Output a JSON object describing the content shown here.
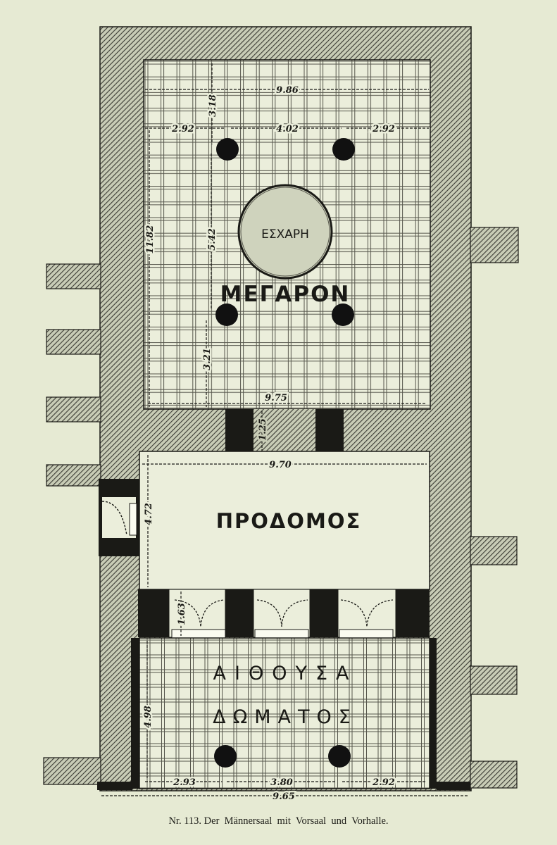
{
  "rooms": {
    "megaron": "ΜΕΓΑΡΟΝ",
    "hearth": "ΕΣΧΑΡΗ",
    "prodomos": "ΠΡΟΔΟΜΟΣ",
    "aithousa_line1": "ΑΙΘΟΥΣΑ",
    "aithousa_line2": "ΔΩΜΑΤΟΣ"
  },
  "dimensions": {
    "megaron_width_top": "9.86",
    "megaron_left_span": "2.92",
    "megaron_mid_span": "4.02",
    "megaron_right_span": "2.92",
    "megaron_top_depth": "3.18",
    "megaron_length": "11.82",
    "megaron_inner_length": "5.42",
    "megaron_bottom_depth": "3.21",
    "megaron_width_bottom": "9.75",
    "doorway_depth": "1.25",
    "prodomos_width": "9.70",
    "prodomos_depth": "4.72",
    "anta_depth": "1.63",
    "aithousa_depth": "4.98",
    "aithousa_left_span": "2.93",
    "aithousa_mid_span": "3.80",
    "aithousa_right_span": "2.92",
    "aithousa_width": "9.65"
  },
  "caption": {
    "number": "Nr. 113.",
    "text": "Der  Männersaal  mit  Vorsaal  und  Vorhalle."
  },
  "colors": {
    "paper": "#e6ead3",
    "ink": "#1a1a16",
    "hatch": "#33332c"
  }
}
